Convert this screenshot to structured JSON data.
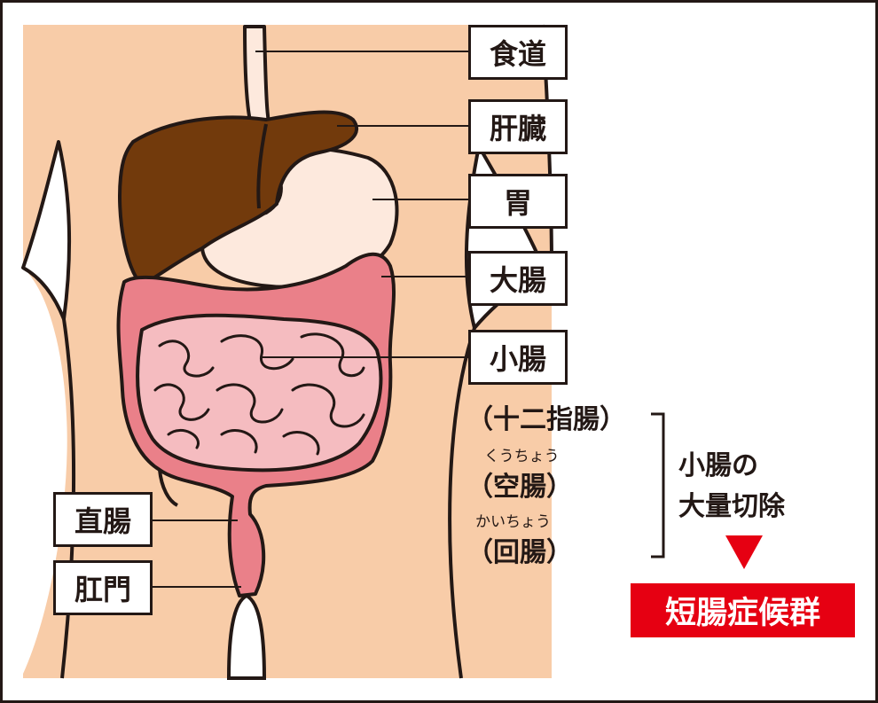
{
  "labels": {
    "esophagus": "食道",
    "liver": "肝臓",
    "stomach": "胃",
    "large_intestine": "大腸",
    "small_intestine": "小腸",
    "rectum": "直腸",
    "anus": "肛門"
  },
  "small_intestine_parts": {
    "duodenum": "（十二指腸）",
    "jejunum_reading": "くうちょう",
    "jejunum": "（空腸）",
    "ileum_reading": "かいちょう",
    "ileum": "（回腸）"
  },
  "annotation": {
    "line1": "小腸の",
    "line2": "大量切除",
    "arrow": "▼",
    "result": "短腸症候群"
  },
  "colors": {
    "skin": "#f8cca8",
    "liver": "#723a0c",
    "stomach": "#fde9dd",
    "large_intestine": "#ea8089",
    "small_intestine": "#f5bcc0",
    "outline": "#231815",
    "accent_red": "#e60012"
  }
}
